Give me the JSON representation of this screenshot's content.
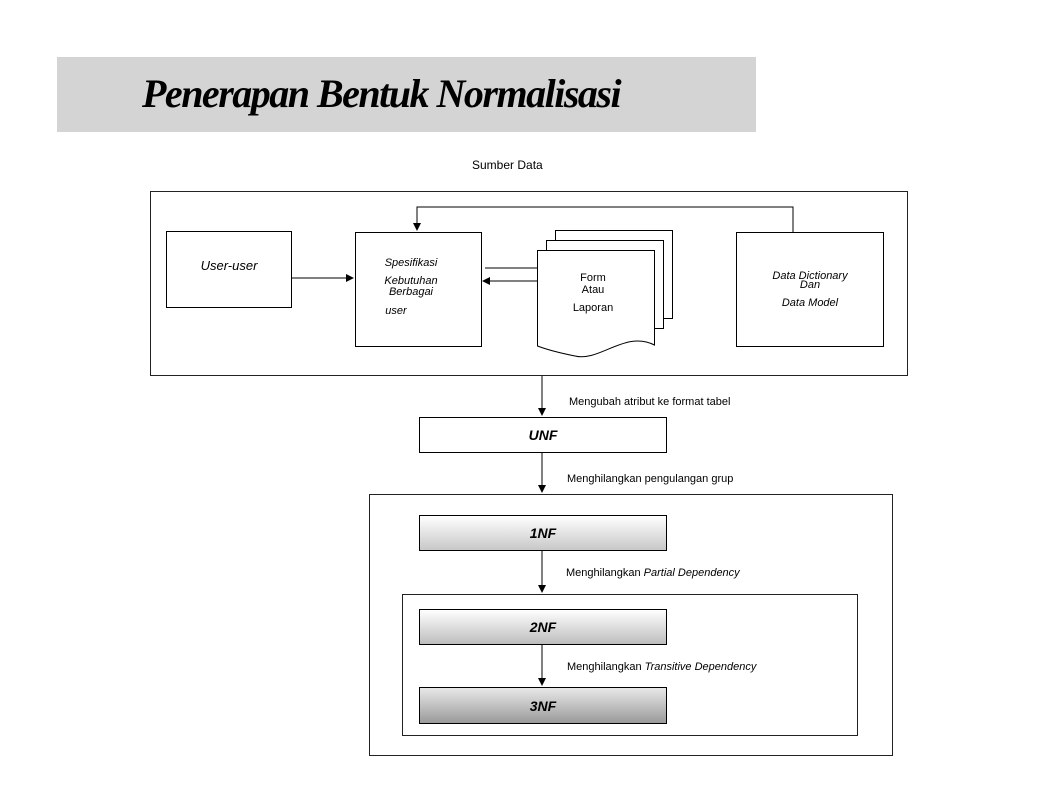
{
  "title": "Penerapan Bentuk Normalisasi",
  "source_label": "Sumber Data",
  "nodes": {
    "users": "User-user",
    "spec_line1": "Spesifikasi",
    "spec_line2": "Kebutuhan",
    "spec_line3": "Berbagai",
    "spec_line4": "user",
    "form_line1": "Form",
    "form_line2": "Atau",
    "form_line3": "Laporan",
    "dd_line1": "Data Dictionary",
    "dd_line2": "Dan",
    "dd_line3": "Data Model"
  },
  "steps": {
    "to_unf": "Mengubah atribut ke format tabel",
    "unf": "UNF",
    "to_1nf": "Menghilangkan pengulangan grup",
    "nf1": "1NF",
    "to_2nf_prefix": "Menghilangkan ",
    "to_2nf_italic": "Partial Dependency",
    "nf2": "2NF",
    "to_3nf_prefix": "Menghilangkan ",
    "to_3nf_italic": "Transitive Dependency",
    "nf3": "3NF"
  }
}
